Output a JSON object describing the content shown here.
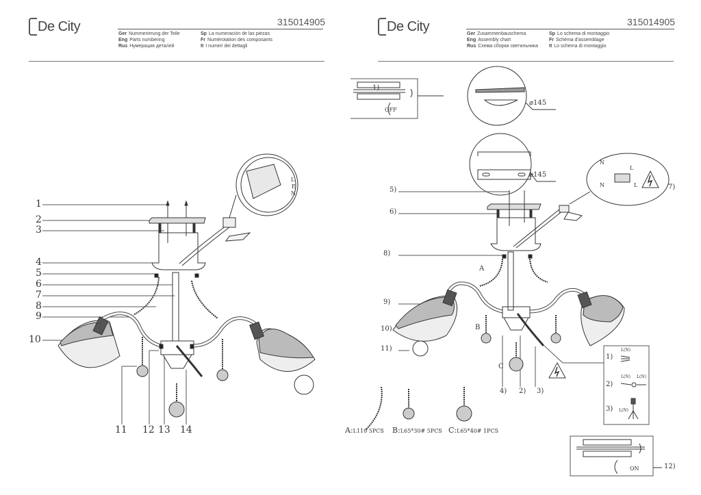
{
  "brand": "De City",
  "left_page": {
    "product_code": "315014905",
    "captions": [
      {
        "lang": "Ger",
        "text": "Nummerierung der Teile"
      },
      {
        "lang": "Sp",
        "text": "La numeración de las piezas"
      },
      {
        "lang": "Eng",
        "text": "Parts numbering"
      },
      {
        "lang": "Fr",
        "text": "Numérotation des composants"
      },
      {
        "lang": "Rus",
        "text": "Нумерация деталей"
      },
      {
        "lang": "It",
        "text": "I numeri dei dettagli"
      }
    ],
    "part_labels": [
      "1",
      "2",
      "3",
      "4",
      "5",
      "6",
      "7",
      "8",
      "9",
      "10",
      "11",
      "12",
      "13",
      "14"
    ],
    "terminal_letters": [
      "L",
      "E",
      "N"
    ]
  },
  "right_page": {
    "product_code": "315014905",
    "captions": [
      {
        "lang": "Ger",
        "text": "Zusammenbauschema"
      },
      {
        "lang": "Sp",
        "text": "Lo schema di montaggio"
      },
      {
        "lang": "Eng",
        "text": "Assembly chart"
      },
      {
        "lang": "Fr",
        "text": "Schéma d'assemblage"
      },
      {
        "lang": "Rus",
        "text": "Схема сборки светильника"
      },
      {
        "lang": "It",
        "text": "Lo schema di montaggio"
      }
    ],
    "step_labels": {
      "s1": "1)",
      "s5": "5)",
      "s6": "6)",
      "s7": "7)",
      "s8": "8)",
      "s9": "9)",
      "s10": "10)",
      "s11": "11)",
      "s4b": "4)",
      "s2b": "2)",
      "s3b": "3)",
      "s12": "12)"
    },
    "switch_off": "OFF",
    "switch_on": "ON",
    "diameter_1": "⌀145",
    "diameter_2": "⌀145",
    "letters": {
      "a": "A",
      "b": "B",
      "c": "C"
    },
    "wiring_N1": "N",
    "wiring_L1": "L",
    "wiring_N2": "N",
    "wiring_L2": "L",
    "connection_steps": [
      {
        "num": "1)",
        "label": "L(N)",
        "label2": ""
      },
      {
        "num": "2)",
        "label": "L(N)",
        "label2": "L(N)"
      },
      {
        "num": "3)",
        "label": "L(N)",
        "label2": ""
      }
    ],
    "parts_legend": [
      {
        "key": "A:",
        "spec": "L110 5PCS"
      },
      {
        "key": "B:",
        "spec": "L65*30# 5PCS"
      },
      {
        "key": "C:",
        "spec": "L65*40# 1PCS"
      }
    ]
  }
}
